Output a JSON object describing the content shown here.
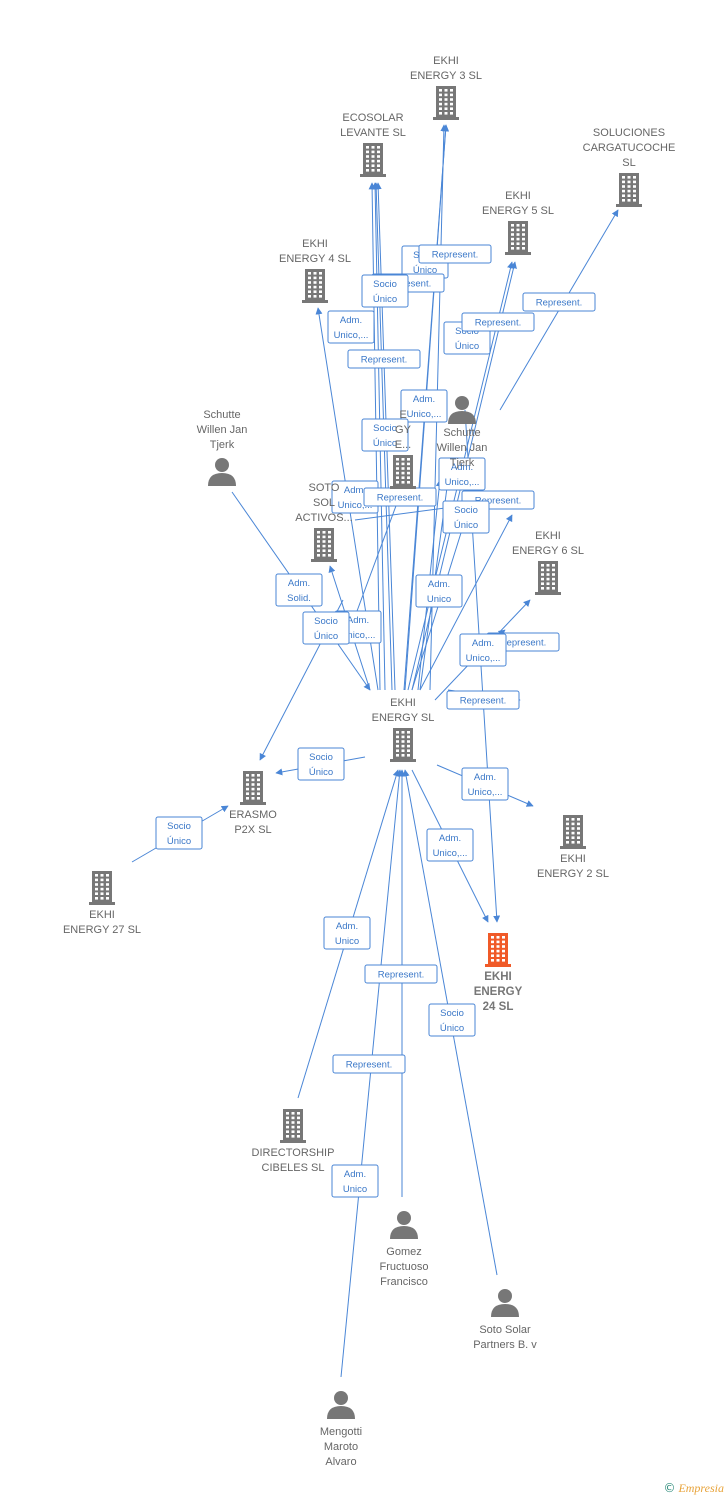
{
  "colors": {
    "node": "#777777",
    "focus": "#f05a28",
    "edge": "#4a86d6"
  },
  "nodes": [
    {
      "id": "ekhi3",
      "type": "company",
      "label": [
        "EKHI",
        "ENERGY 3  SL"
      ]
    },
    {
      "id": "ecosolar",
      "type": "company",
      "label": [
        "ECOSOLAR",
        "LEVANTE  SL"
      ]
    },
    {
      "id": "soluciones",
      "type": "company",
      "label": [
        "SOLUCIONES",
        "CARGATUCOCHE",
        "SL"
      ]
    },
    {
      "id": "ekhi5",
      "type": "company",
      "label": [
        "EKHI",
        "ENERGY 5  SL"
      ]
    },
    {
      "id": "ekhi4",
      "type": "company",
      "label": [
        "EKHI",
        "ENERGY 4  SL"
      ]
    },
    {
      "id": "schutte1",
      "type": "person",
      "label": [
        "Schutte",
        "Willen Jan",
        "Tjerk"
      ]
    },
    {
      "id": "schutte2",
      "type": "person",
      "label": [
        "Schutte",
        "Willen Jan",
        "Tjerk"
      ]
    },
    {
      "id": "ekhienergy_hidden",
      "type": "company",
      "label": [
        "E",
        "GY",
        "E..."
      ]
    },
    {
      "id": "soto",
      "type": "company",
      "label": [
        "SOTO",
        "SOL",
        "ACTIVOS..."
      ]
    },
    {
      "id": "ekhi6",
      "type": "company",
      "label": [
        "EKHI",
        "ENERGY 6  SL"
      ]
    },
    {
      "id": "ekhi",
      "type": "company",
      "label": [
        "EKHI",
        "ENERGY  SL"
      ]
    },
    {
      "id": "erasmo",
      "type": "company",
      "label": [
        "ERASMO",
        "P2X  SL"
      ]
    },
    {
      "id": "ekhi2",
      "type": "company",
      "label": [
        "EKHI",
        "ENERGY 2  SL"
      ]
    },
    {
      "id": "ekhi27",
      "type": "company",
      "label": [
        "EKHI",
        "ENERGY 27  SL"
      ]
    },
    {
      "id": "ekhi24",
      "type": "company",
      "focus": true,
      "label": [
        "EKHI",
        "ENERGY",
        "24  SL"
      ]
    },
    {
      "id": "directorship",
      "type": "company",
      "label": [
        "DIRECTORSHIP",
        "CIBELES SL"
      ]
    },
    {
      "id": "gomez",
      "type": "person",
      "label": [
        "Gomez",
        "Fructuoso",
        "Francisco"
      ]
    },
    {
      "id": "sotopartners",
      "type": "person",
      "label": [
        "Soto Solar",
        "Partners B. v"
      ]
    },
    {
      "id": "mengotti",
      "type": "person",
      "label": [
        "Mengotti",
        "Maroto",
        "Alvaro"
      ]
    }
  ],
  "edges": [
    {
      "label": [
        "Socio",
        "Único"
      ]
    },
    {
      "label": [
        "Represent."
      ]
    },
    {
      "label": [
        "Represent."
      ]
    },
    {
      "label": [
        "Socio",
        "Único"
      ]
    },
    {
      "label": [
        "Represent."
      ]
    },
    {
      "label": [
        "Adm.",
        "Unico,..."
      ]
    },
    {
      "label": [
        "Socio",
        "Único"
      ]
    },
    {
      "label": [
        "Represent."
      ]
    },
    {
      "label": [
        "Represent."
      ]
    },
    {
      "label": [
        "Adm.",
        "Unico,..."
      ]
    },
    {
      "label": [
        "Socio",
        "Único"
      ]
    },
    {
      "label": [
        "Adm.",
        "Unico,..."
      ]
    },
    {
      "label": [
        "Adm.",
        "Unico,..."
      ]
    },
    {
      "label": [
        "Represent."
      ]
    },
    {
      "label": [
        "Represent."
      ]
    },
    {
      "label": [
        "Socio",
        "Único"
      ]
    },
    {
      "label": [
        "Adm.",
        "Solid."
      ]
    },
    {
      "label": [
        "Adm.",
        "Unico"
      ]
    },
    {
      "label": [
        "Adm.",
        "Unico,..."
      ]
    },
    {
      "label": [
        "Socio",
        "Único"
      ]
    },
    {
      "label": [
        "Represent."
      ]
    },
    {
      "label": [
        "Adm.",
        "Unico,..."
      ]
    },
    {
      "label": [
        "Represent."
      ]
    },
    {
      "label": [
        "Socio",
        "Único"
      ]
    },
    {
      "label": [
        "Socio",
        "Único"
      ]
    },
    {
      "label": [
        "Adm.",
        "Unico,..."
      ]
    },
    {
      "label": [
        "Adm.",
        "Unico,..."
      ]
    },
    {
      "label": [
        "Adm.",
        "Unico"
      ]
    },
    {
      "label": [
        "Represent."
      ]
    },
    {
      "label": [
        "Socio",
        "Único"
      ]
    },
    {
      "label": [
        "Represent."
      ]
    },
    {
      "label": [
        "Adm.",
        "Unico"
      ]
    }
  ],
  "footer": {
    "copyright": "©",
    "brand": "Empresia"
  }
}
